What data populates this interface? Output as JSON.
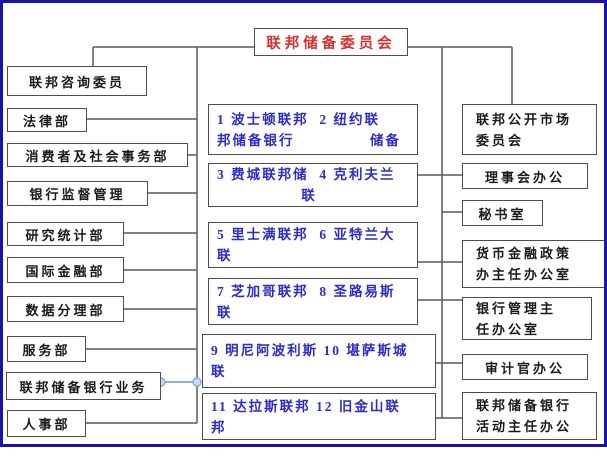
{
  "root_box": {
    "label": "联邦储备委员会"
  },
  "left_column": {
    "items": [
      {
        "label": "联邦咨询委员"
      },
      {
        "label": "法律部"
      },
      {
        "label": "消费者及社会事务部"
      },
      {
        "label": "银行监督管理"
      },
      {
        "label": "研究统计部"
      },
      {
        "label": "国际金融部"
      },
      {
        "label": "数据分理部"
      },
      {
        "label": "服务部"
      },
      {
        "label": "联邦储备银行业务"
      },
      {
        "label": "人事部"
      }
    ]
  },
  "reserve_banks": {
    "items": [
      {
        "line1": "1 波士顿联邦  2 纽约联",
        "line2a": "邦储备银行",
        "line2b": "储备"
      },
      {
        "line1": "3 费城联邦储  4 克利夫兰",
        "line2": "联"
      },
      {
        "line1": "5 里士满联邦  6 亚特兰大",
        "line2": "联"
      },
      {
        "line1": "7 芝加哥联邦  8 圣路易斯",
        "line2": "联"
      },
      {
        "line1": "9 明尼阿波利斯 10 堪萨斯城",
        "line2": "联"
      },
      {
        "line1": "11 达拉斯联邦 12 旧金山联",
        "line2": "邦"
      }
    ]
  },
  "right_column": {
    "items": [
      {
        "line1": "联邦公开市场",
        "line2": "委员会"
      },
      {
        "line1": "理事会办公"
      },
      {
        "line1": "秘书室"
      },
      {
        "line1": "货币金融政策",
        "line2": "办主任办公室"
      },
      {
        "line1": "银行管理主",
        "line2": "任办公室"
      },
      {
        "line1": "审计官办公"
      },
      {
        "line1": "联邦储备银行",
        "line2": "活动主任办公"
      }
    ]
  },
  "colors": {
    "root_text": "#d83030",
    "bank_text": "#2d2dc8",
    "connector_gray": "#595959",
    "frame_blue": "#1a12ad",
    "selection_blue": "#8ab1dd"
  }
}
